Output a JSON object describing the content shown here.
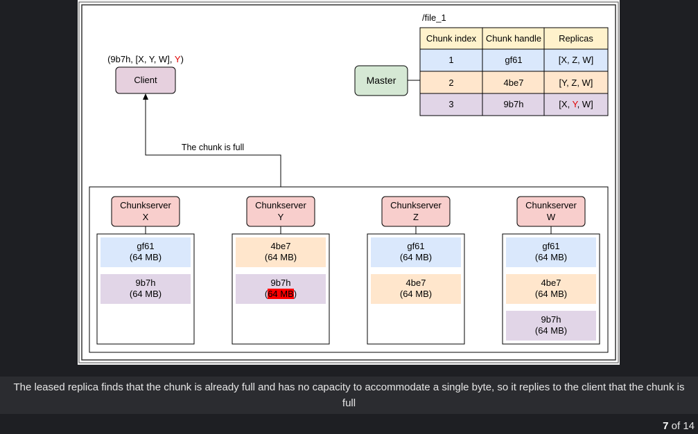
{
  "diagram": {
    "file_label": "/file_1",
    "client_tuple": {
      "prefix": "(9b7h, [X, Y, W], ",
      "highlight": "Y",
      "suffix": ")"
    },
    "client_label": "Client",
    "master_label": "Master",
    "arrow_label": "The chunk is full",
    "table": {
      "headers": [
        "Chunk index",
        "Chunk handle",
        "Replicas"
      ],
      "rows": [
        {
          "index": "1",
          "handle": "gf61",
          "replicas": "[X, Z, W]",
          "color": "#dae8fc"
        },
        {
          "index": "2",
          "handle": "4be7",
          "replicas": "[Y, Z, W]",
          "color": "#ffe6cc"
        },
        {
          "index": "3",
          "handle": "9b7h",
          "replicas_prefix": "[X, ",
          "replicas_highlight": "Y",
          "replicas_suffix": ", W]",
          "color": "#e1d5e7"
        }
      ]
    },
    "chunkservers": [
      {
        "line1": "Chunkserver",
        "line2": "X",
        "chunks": [
          {
            "name": "gf61",
            "size": "(64 MB)",
            "color": "#dae8fc"
          },
          {
            "name": "9b7h",
            "size": "(64 MB)",
            "color": "#e1d5e7"
          }
        ]
      },
      {
        "line1": "Chunkserver",
        "line2": "Y",
        "chunks": [
          {
            "name": "4be7",
            "size": "(64 MB)",
            "color": "#ffe6cc"
          },
          {
            "name": "9b7h",
            "size_open": "(",
            "size_highlight": "64 MB",
            "size_close": ")",
            "color": "#e1d5e7"
          }
        ]
      },
      {
        "line1": "Chunkserver",
        "line2": "Z",
        "chunks": [
          {
            "name": "gf61",
            "size": "(64 MB)",
            "color": "#dae8fc"
          },
          {
            "name": "4be7",
            "size": "(64 MB)",
            "color": "#ffe6cc"
          }
        ]
      },
      {
        "line1": "Chunkserver",
        "line2": "W",
        "chunks": [
          {
            "name": "gf61",
            "size": "(64 MB)",
            "color": "#dae8fc"
          },
          {
            "name": "4be7",
            "size": "(64 MB)",
            "color": "#ffe6cc"
          },
          {
            "name": "9b7h",
            "size": "(64 MB)",
            "color": "#e1d5e7"
          }
        ]
      }
    ],
    "colors": {
      "client_fill": "#e6d0de",
      "master_fill": "#d5e8d4",
      "chunkserver_fill": "#f8cecc",
      "header_fill": "#fff2cc",
      "highlight_red": "#ff0000",
      "highlight_text": "#e00000"
    }
  },
  "caption": "The leased replica finds that the chunk is already full and has no capacity to accommodate a single byte, so it replies to the client that the chunk is full",
  "pager": {
    "current": "7",
    "separator": " of ",
    "total": "14"
  }
}
